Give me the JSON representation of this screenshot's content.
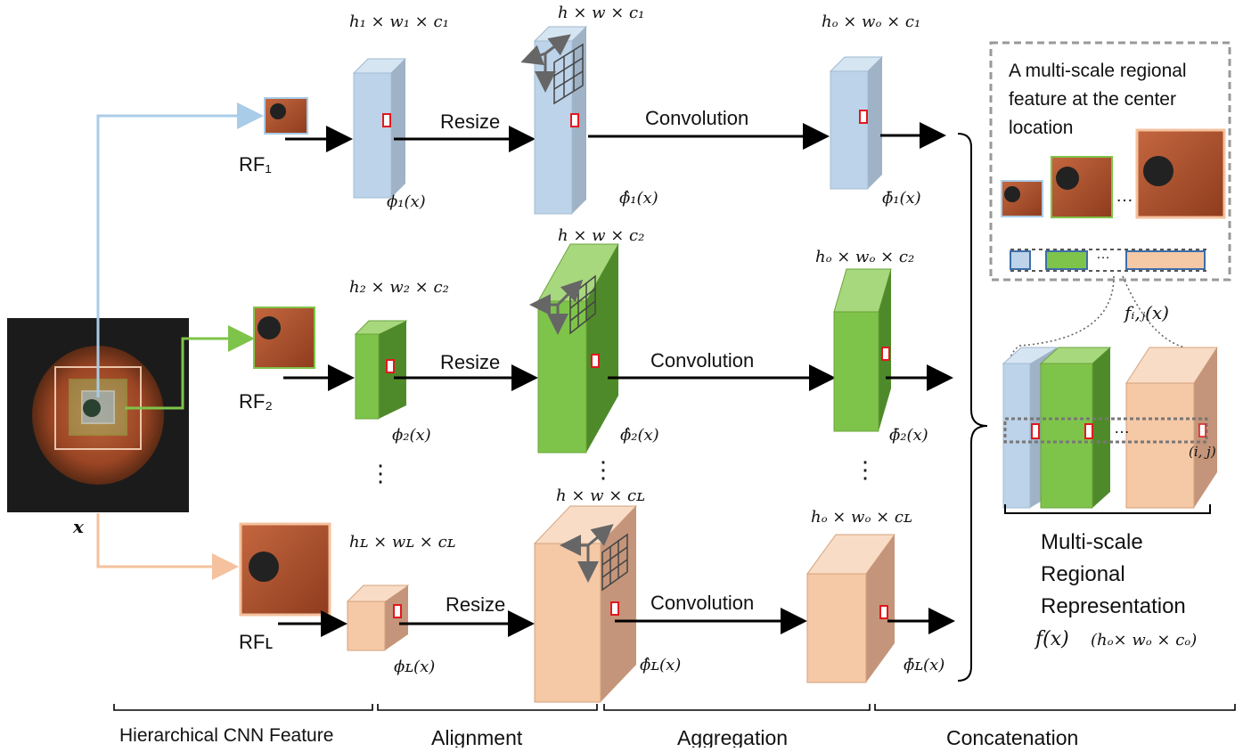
{
  "input": {
    "label": "x"
  },
  "receptive_fields": [
    "RF₁",
    "RF₂",
    "RFʟ"
  ],
  "stages": {
    "resize_label": "Resize",
    "conv_label": "Convolution"
  },
  "rows": [
    {
      "rf": "RF₁",
      "feat_dims": "h₁ × w₁ × c₁",
      "feat_name": "ϕ₁(x)",
      "resized_dims": "h × w × c₁",
      "resized_name": "ϕ̂₁(x)",
      "agg_dims": "hₒ × wₒ × c₁",
      "agg_name": "ϕ̄₁(x)",
      "color": "#bcd3ea"
    },
    {
      "rf": "RF₂",
      "feat_dims": "h₂ × w₂ × c₂",
      "feat_name": "ϕ₂(x)",
      "resized_dims": "h × w × c₂",
      "resized_name": "ϕ̂₂(x)",
      "agg_dims": "hₒ × wₒ × c₂",
      "agg_name": "ϕ̄₂(x)",
      "color": "#7fc44a"
    },
    {
      "rf": "RFʟ",
      "feat_dims": "hʟ × wʟ × cʟ",
      "feat_name": "ϕʟ(x)",
      "resized_dims": "h × w × cʟ",
      "resized_name": "ϕ̂ʟ(x)",
      "agg_dims": "hₒ × wₒ × cʟ",
      "agg_name": "ϕ̄ʟ(x)",
      "color": "#f5c8a6"
    }
  ],
  "inset": {
    "caption_lines": [
      "A multi-scale regional",
      "feature at the center",
      "location"
    ],
    "ellipsis": "…"
  },
  "output": {
    "vector_label": "fᵢ,ⱼ(x)",
    "cell_label": "(i, j)",
    "title_lines": [
      "Multi-scale",
      "Regional",
      "Representation"
    ],
    "formula": "f(x)",
    "formula_dims": "(hₒ× wₒ × cₒ)"
  },
  "vdots": "⋮",
  "bottom_labels": [
    "Hierarchical CNN Feature",
    "Alignment",
    "Aggregation",
    "Concatenation"
  ],
  "colors": {
    "blue": "#bcd3ea",
    "green": "#7fc44a",
    "peach": "#f5c8a6",
    "patch": "#b5502e",
    "red": "#e0191e"
  }
}
